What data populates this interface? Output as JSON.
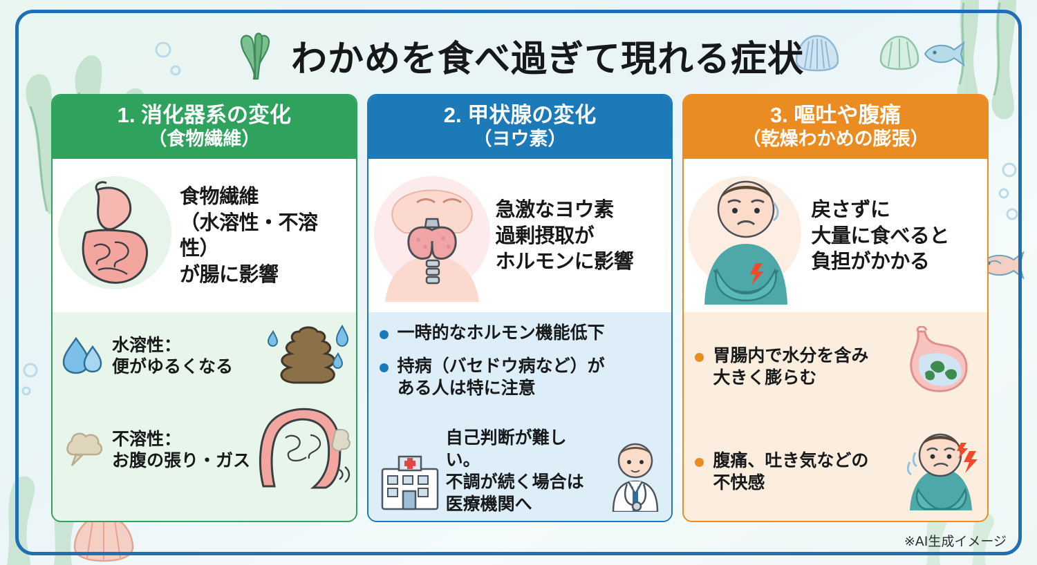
{
  "title": "わかめを食べ過ぎて現れる症状",
  "credit": "※AI生成イメージ",
  "colors": {
    "green": "#2fa35e",
    "blue": "#1c7ab8",
    "orange": "#ea8c22",
    "frame": "#1f6fb2",
    "panel_green": "#e8f5ea",
    "panel_blue": "#ddeef8",
    "panel_orange": "#fbeedf",
    "text": "#16181a"
  },
  "columns": [
    {
      "number": "1.",
      "head_main": "1. 消化器系の変化",
      "head_sub": "（食物繊維）",
      "hero_text": "食物繊維\n（水溶性・不溶性）\nが腸に影響",
      "hero_icon": "digestive-system-icon",
      "rows": [
        {
          "icon": "water-drops-icon",
          "text": "水溶性：\n便がゆるくなる",
          "art": "stool-icon"
        },
        {
          "icon": "gas-cloud-icon",
          "text": "不溶性：\nお腹の張り・ガス",
          "art": "intestine-icon"
        }
      ]
    },
    {
      "number": "2.",
      "head_main": "2. 甲状腺の変化",
      "head_sub": "（ヨウ素）",
      "hero_text": "急激なヨウ素\n過剰摂取が\nホルモンに影響",
      "hero_icon": "thyroid-gland-icon",
      "bullets": [
        "一時的なホルモン機能低下",
        "持病（バセドウ病など）が\nある人は特に注意"
      ],
      "note": "自己判断が難しい。\n不調が続く場合は\n医療機関へ",
      "note_icons": [
        "hospital-icon",
        "doctor-icon"
      ]
    },
    {
      "number": "3.",
      "head_main": "3. 嘔吐や腹痛",
      "head_sub": "（乾燥わかめの膨張）",
      "hero_text": "戻さずに\n大量に食べると\n負担がかかる",
      "hero_icon": "stomach-ache-person-icon",
      "bullets": [
        {
          "text": "胃腸内で水分を含み\n大きく膨らむ",
          "art": "swollen-stomach-icon"
        },
        {
          "text": "腹痛、吐き気などの\n不快感",
          "art": "nauseous-person-icon"
        }
      ]
    }
  ]
}
